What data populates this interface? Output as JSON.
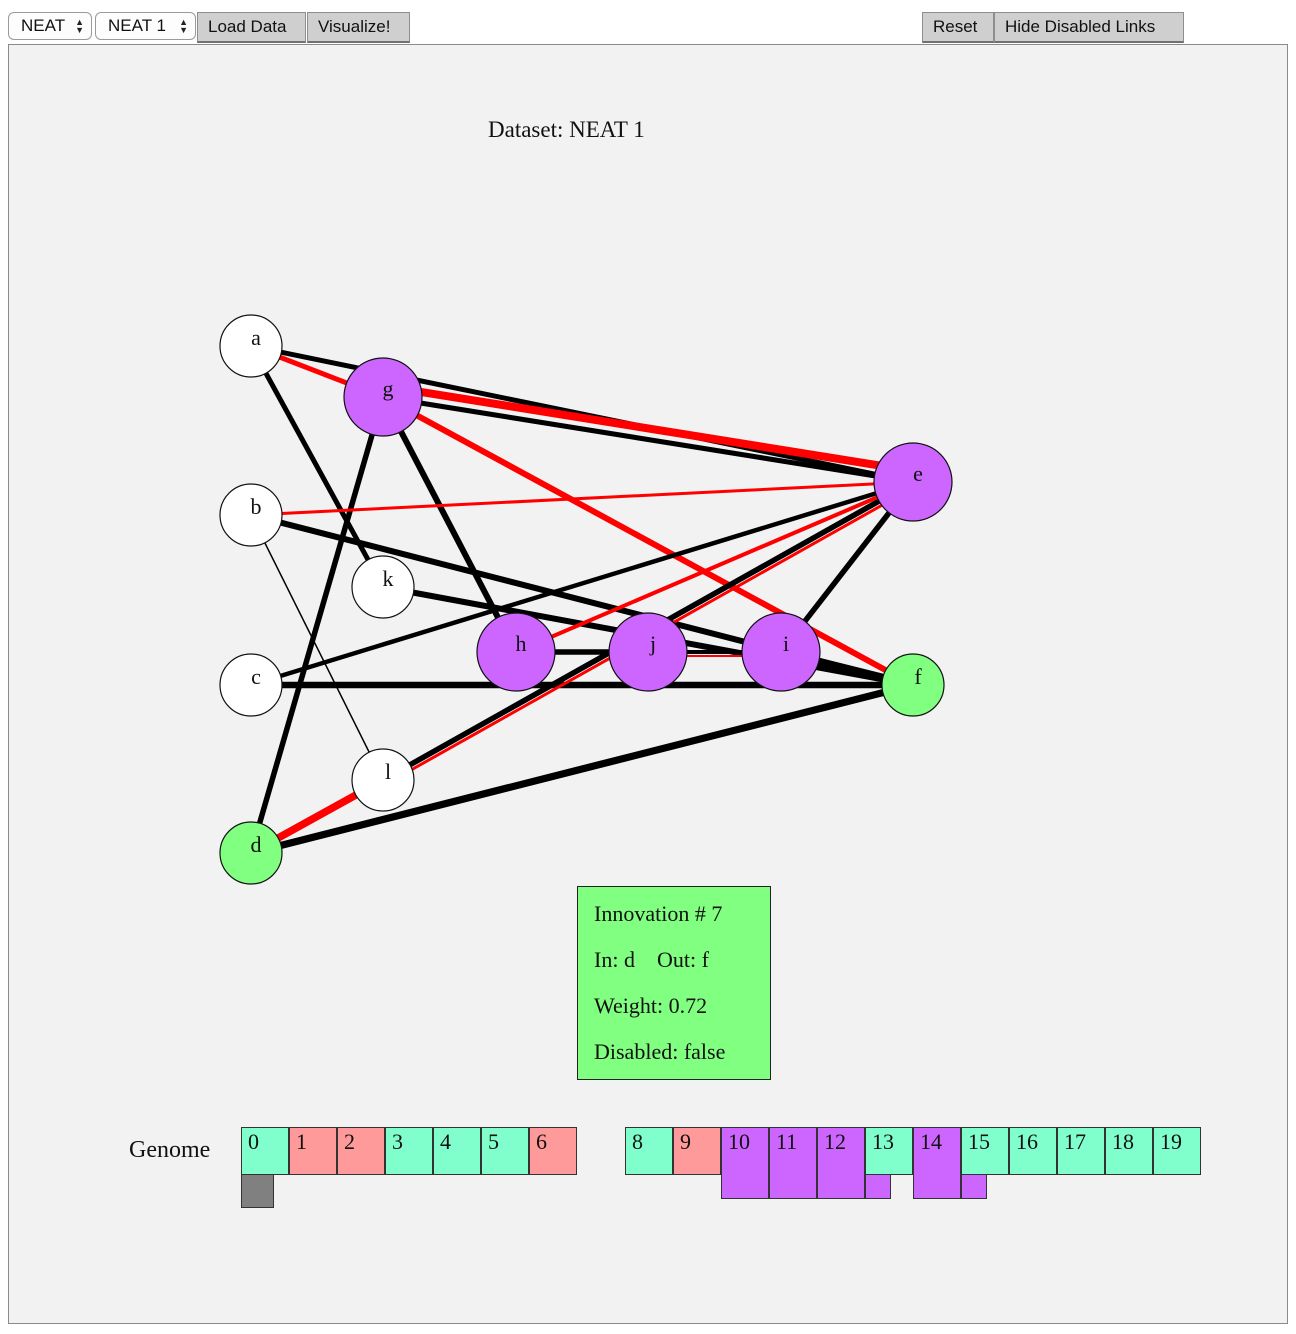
{
  "toolbar": {
    "algorithm_select": "NEAT",
    "dataset_select": "NEAT 1",
    "load_label": "Load Data",
    "visualize_label": "Visualize!",
    "reset_label": "Reset",
    "hide_label": "Hide Disabled Links"
  },
  "dataset_title": "Dataset: NEAT 1",
  "colors": {
    "input_node": "#ffffff",
    "output_node": "#80ff80",
    "hidden_node": "#cc66ff",
    "enabled_gene": "#80ffcc",
    "disabled_gene": "#ff9a9a",
    "positive_link": "#000000",
    "negative_link": "#ff0000"
  },
  "graph": {
    "nodes": [
      {
        "id": "a",
        "type": "input"
      },
      {
        "id": "b",
        "type": "input"
      },
      {
        "id": "c",
        "type": "input"
      },
      {
        "id": "d",
        "type": "output"
      },
      {
        "id": "e",
        "type": "hidden"
      },
      {
        "id": "f",
        "type": "output"
      },
      {
        "id": "g",
        "type": "hidden"
      },
      {
        "id": "h",
        "type": "hidden"
      },
      {
        "id": "i",
        "type": "hidden"
      },
      {
        "id": "j",
        "type": "hidden"
      },
      {
        "id": "k",
        "type": "input"
      },
      {
        "id": "l",
        "type": "input"
      }
    ],
    "links": [
      {
        "in": "a",
        "out": "e",
        "weight": 0.5
      },
      {
        "in": "a",
        "out": "g",
        "weight": -0.5
      },
      {
        "in": "a",
        "out": "k",
        "weight": 0.5
      },
      {
        "in": "g",
        "out": "e",
        "weight": 0.5
      },
      {
        "in": "g",
        "out": "e",
        "weight": -0.8
      },
      {
        "in": "g",
        "out": "f",
        "weight": -0.6
      },
      {
        "in": "g",
        "out": "h",
        "weight": 0.6
      },
      {
        "in": "g",
        "out": "d",
        "weight": 0.55
      },
      {
        "in": "b",
        "out": "e",
        "weight": -0.3
      },
      {
        "in": "b",
        "out": "f",
        "weight": 0.6
      },
      {
        "in": "b",
        "out": "l",
        "weight": 0.15
      },
      {
        "in": "k",
        "out": "f",
        "weight": 0.6
      },
      {
        "in": "c",
        "out": "e",
        "weight": 0.45
      },
      {
        "in": "c",
        "out": "f",
        "weight": 0.65
      },
      {
        "in": "l",
        "out": "e",
        "weight": 0.55
      },
      {
        "in": "l",
        "out": "e",
        "weight": -0.3
      },
      {
        "in": "h",
        "out": "e",
        "weight": -0.4
      },
      {
        "in": "h",
        "out": "j",
        "weight": 0.55
      },
      {
        "in": "j",
        "out": "i",
        "weight": -0.2
      },
      {
        "in": "j",
        "out": "i",
        "weight": 0.4
      },
      {
        "in": "i",
        "out": "e",
        "weight": 0.55
      },
      {
        "in": "i",
        "out": "f",
        "weight": 0.75
      },
      {
        "in": "d",
        "out": "l",
        "weight": -0.75
      },
      {
        "in": "d",
        "out": "f",
        "weight": 0.72
      }
    ]
  },
  "info": {
    "innovation": "Innovation # 7",
    "in": "In: d",
    "out": "Out: f",
    "weight": "Weight: 0.72",
    "disabled": "Disabled: false"
  },
  "genome": {
    "label": "Genome",
    "genes": [
      {
        "n": "0",
        "status": "enabled"
      },
      {
        "n": "1",
        "status": "disabled"
      },
      {
        "n": "2",
        "status": "disabled"
      },
      {
        "n": "3",
        "status": "enabled"
      },
      {
        "n": "4",
        "status": "enabled"
      },
      {
        "n": "5",
        "status": "enabled"
      },
      {
        "n": "6",
        "status": "disabled"
      },
      {
        "n": "8",
        "status": "enabled"
      },
      {
        "n": "9",
        "status": "disabled"
      },
      {
        "n": "10",
        "status": "hidden-node"
      },
      {
        "n": "11",
        "status": "hidden-node"
      },
      {
        "n": "12",
        "status": "hidden-node"
      },
      {
        "n": "13",
        "status": "enabled"
      },
      {
        "n": "14",
        "status": "hidden-node"
      },
      {
        "n": "15",
        "status": "enabled"
      },
      {
        "n": "16",
        "status": "enabled"
      },
      {
        "n": "17",
        "status": "enabled"
      },
      {
        "n": "18",
        "status": "enabled"
      },
      {
        "n": "19",
        "status": "enabled"
      }
    ]
  }
}
